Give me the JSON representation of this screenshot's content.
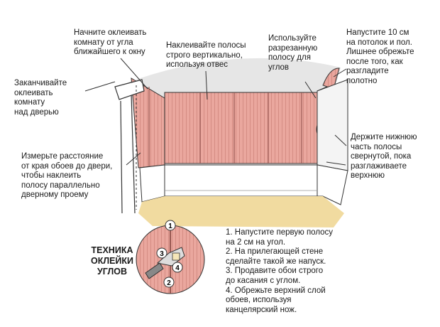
{
  "callouts": {
    "start_corner": "Начните оклеивать\nкомнату от угла\nближайшего к окну",
    "vertical": "Наклеивайте полосы\nстрого вертикально,\nиспользуя отвес",
    "cut_strip": "Используйте\nразрезанную\nполосу для\nуглов",
    "overlap": "Напустите 10 см\nна потолок и пол.\nЛишнее обрежьте\nпосле того, как\nразгладите\nполотно",
    "finish_door": "Заканчивайте\nоклеивать\nкомнату\nнад дверью",
    "hold_bottom": "Держите нижнюю\nчасть полосы\nсвернутой, пока\nразглаживаете\nверхнюю",
    "measure": "Измерьте расстояние\nот края обоев до двери,\nчтобы наклеить\nполосу параллельно\nдверному проему"
  },
  "technique": {
    "title": "ТЕХНИКА\nОКЛЕЙКИ\nУГЛОВ",
    "markers": [
      "1",
      "2",
      "3",
      "4"
    ]
  },
  "steps": [
    "1. Напустите первую полосу\nна 2 см на угол.",
    "2. На прилегающей стене\nсделайте такой же напуск.",
    "3. Продавите обои строго\nдо касания с углом.",
    "4. Обрежьте верхний слой\nобоев, используя\nканцелярский нож."
  ],
  "colors": {
    "wallpaper": "#e8a39a",
    "wallpaper_stripe": "#c97c74",
    "ceiling": "#ececec",
    "floor": "#f1dba0",
    "skirting": "#ffffff",
    "line": "#333333"
  }
}
